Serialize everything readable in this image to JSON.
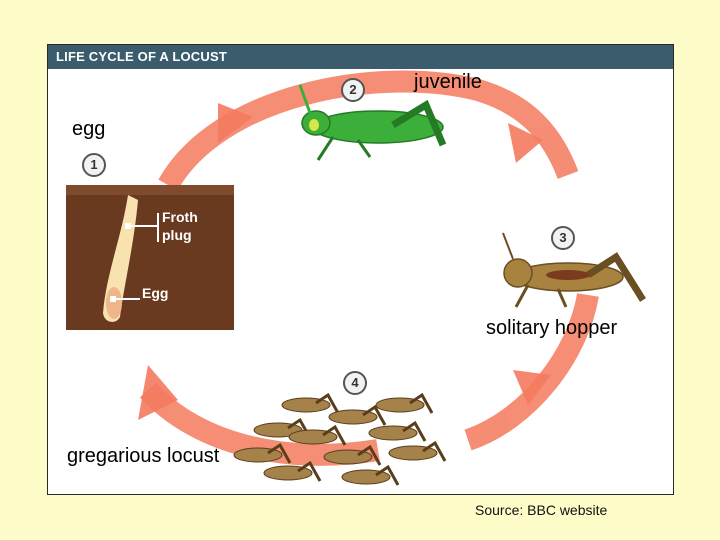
{
  "title": "LIFE CYCLE OF A LOCUST",
  "stages": [
    {
      "number": "1",
      "label": "egg"
    },
    {
      "number": "2",
      "label": "juvenile"
    },
    {
      "number": "3",
      "label": "solitary hopper"
    },
    {
      "number": "4",
      "label": "gregarious locust"
    }
  ],
  "inset": {
    "froth_line1": "Froth",
    "froth_line2": "plug",
    "egg": "Egg"
  },
  "source": "Source: BBC website",
  "colors": {
    "background": "#fefcc8",
    "header": "#3b5c6c",
    "arrow": "#f47a5e",
    "juvenile": "#3cae3a",
    "hopper": "#a7833f",
    "soil": "#6a3a20"
  }
}
